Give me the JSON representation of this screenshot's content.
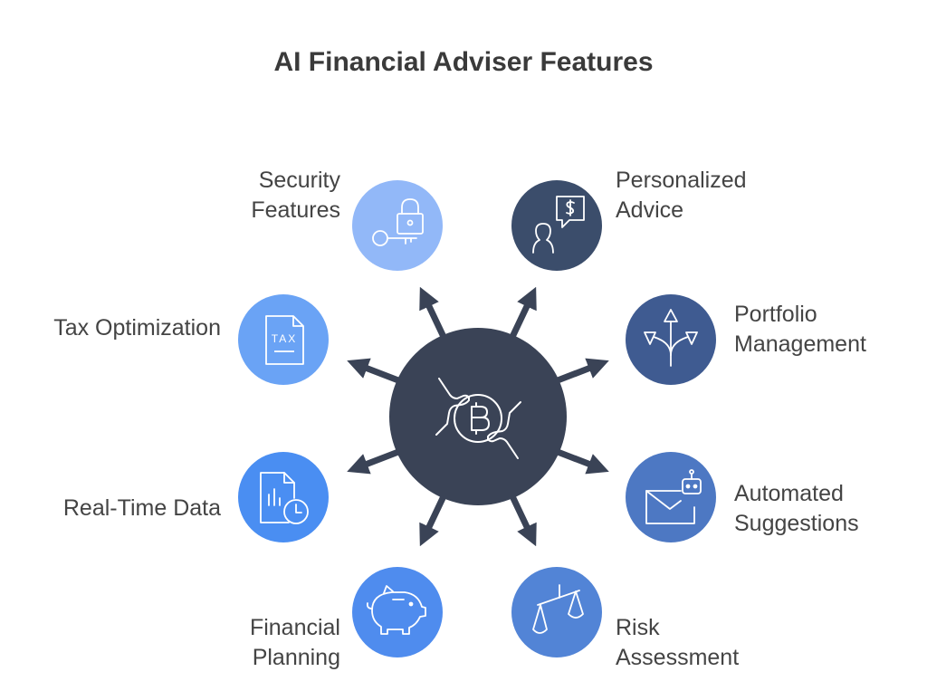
{
  "title": "AI Financial Adviser Features",
  "colors": {
    "hub": "#3a4356",
    "arrow": "#3a4356",
    "security": "#92b8f8",
    "tax": "#6aa3f5",
    "realtime": "#4a8ef2",
    "planning": "#4f8cee",
    "personalized": "#3b4d6b",
    "portfolio": "#3f5b91",
    "automated": "#4d78c3",
    "risk": "#5284d6"
  },
  "features": [
    {
      "id": "security",
      "lines": [
        "Security",
        "Features"
      ],
      "icon": "lock-key-icon"
    },
    {
      "id": "tax",
      "lines": [
        "Tax Optimization"
      ],
      "icon": "tax-document-icon"
    },
    {
      "id": "realtime",
      "lines": [
        "Real-Time Data"
      ],
      "icon": "chart-clock-icon"
    },
    {
      "id": "planning",
      "lines": [
        "Financial",
        "Planning"
      ],
      "icon": "piggy-bank-icon"
    },
    {
      "id": "personalized",
      "lines": [
        "Personalized",
        "Advice"
      ],
      "icon": "person-dollar-chat-icon"
    },
    {
      "id": "portfolio",
      "lines": [
        "Portfolio",
        "Management"
      ],
      "icon": "branching-arrows-icon"
    },
    {
      "id": "automated",
      "lines": [
        "Automated",
        "Suggestions"
      ],
      "icon": "robot-mail-icon"
    },
    {
      "id": "risk",
      "lines": [
        "Risk",
        "Assessment"
      ],
      "icon": "balance-scale-icon"
    }
  ],
  "hub_icon": "bitcoin-handshake-icon"
}
